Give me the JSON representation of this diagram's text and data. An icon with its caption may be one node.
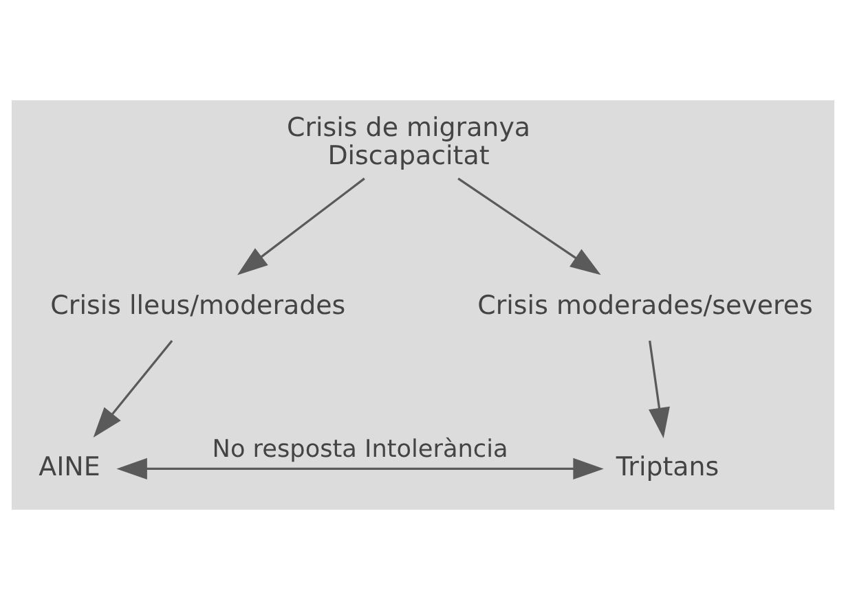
{
  "diagram": {
    "nodes": [
      {
        "text": [
          "Crisis de migranya",
          "Discapacitat"
        ]
      },
      {
        "text": [
          "Crisis lleus/moderades"
        ]
      },
      {
        "text": [
          "Crisis moderades/severes"
        ]
      },
      {
        "text": [
          "AINE"
        ]
      },
      {
        "text": [
          "Triptans"
        ]
      }
    ],
    "edges": [
      {
        "from": 0,
        "to": 1,
        "arrow": "to"
      },
      {
        "from": 0,
        "to": 2,
        "arrow": "to"
      },
      {
        "from": 1,
        "to": 3,
        "arrow": "to"
      },
      {
        "from": 2,
        "to": 4,
        "arrow": "to"
      },
      {
        "from": 3,
        "to": 4,
        "arrow": "both",
        "label": "No resposta Intolerància"
      }
    ]
  }
}
